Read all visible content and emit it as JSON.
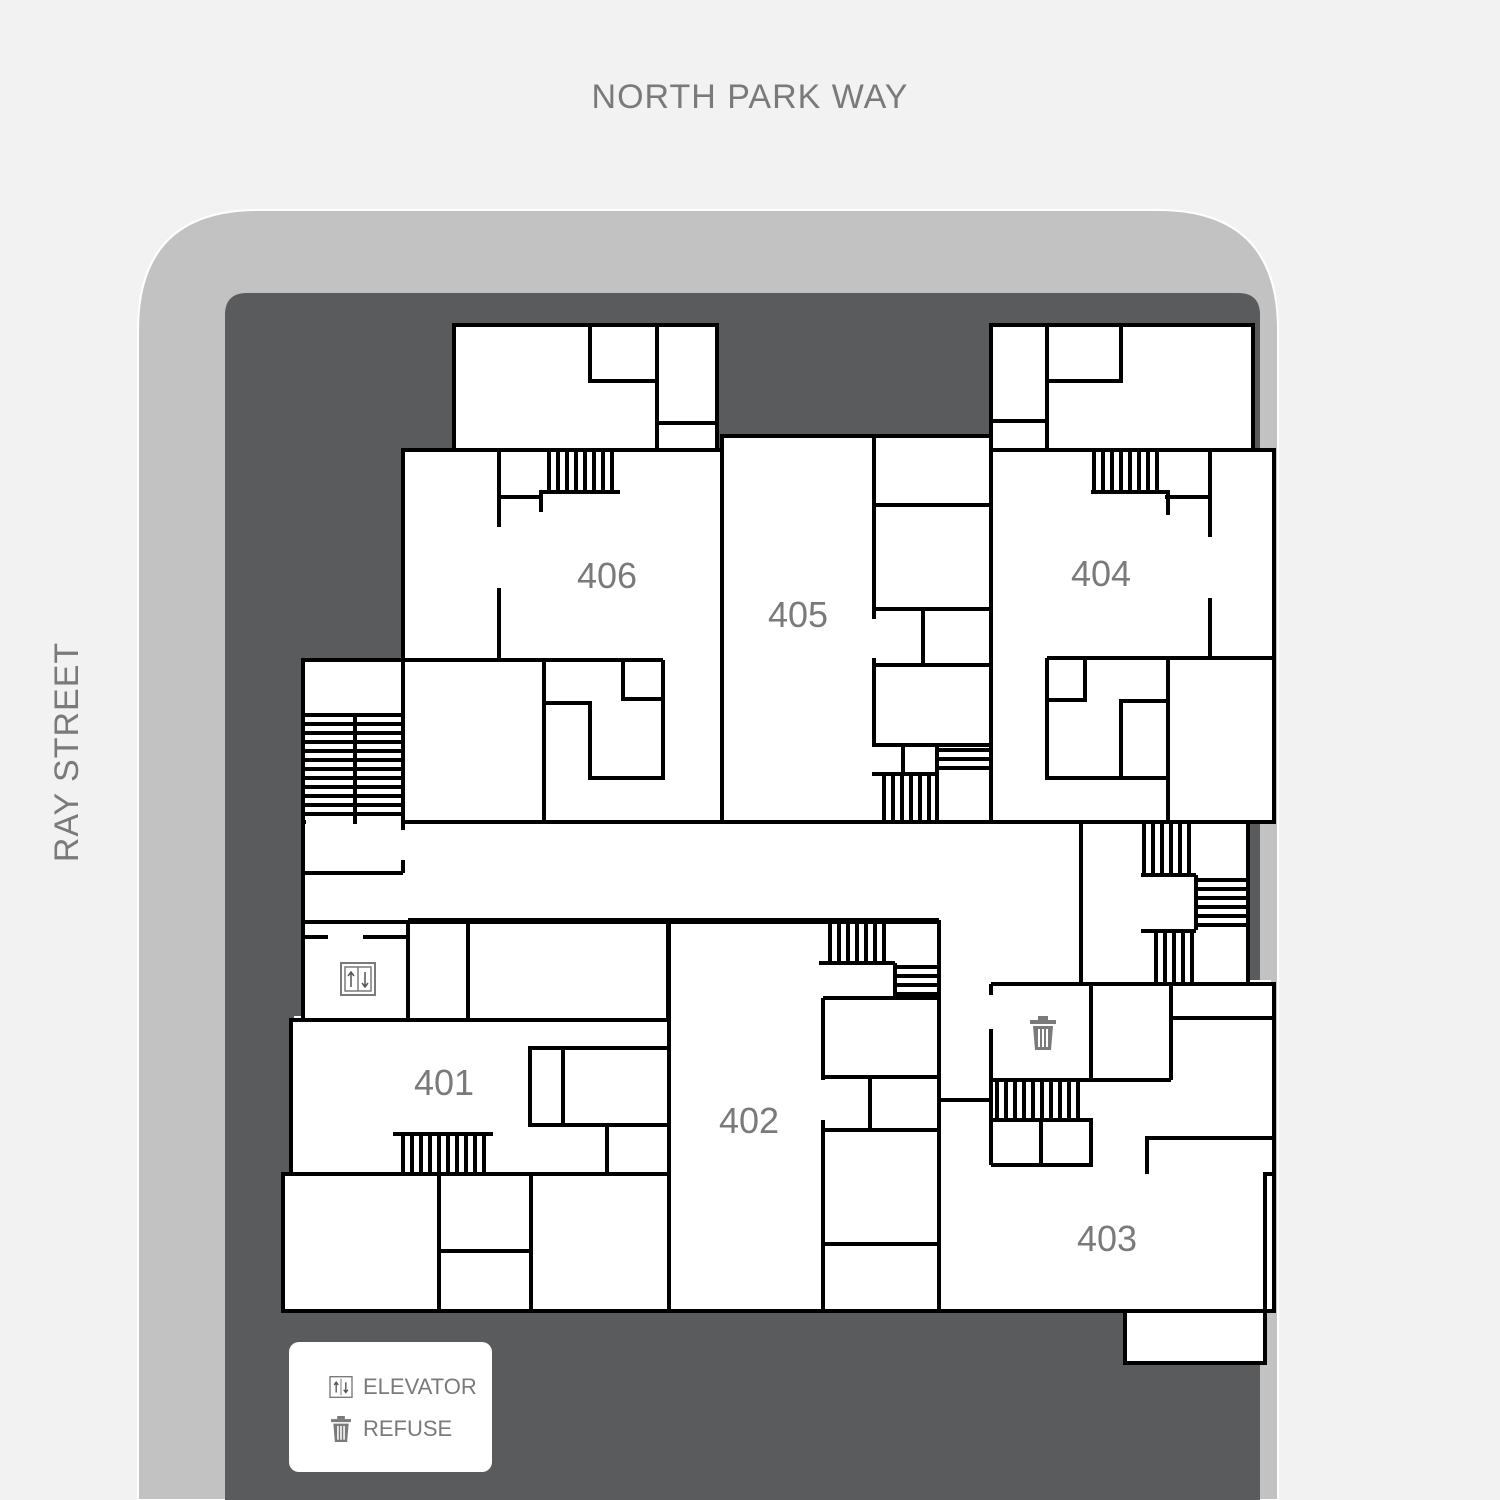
{
  "streets": {
    "north": "NORTH PARK WAY",
    "west": "RAY STREET"
  },
  "units": [
    "406",
    "405",
    "404",
    "401",
    "402",
    "403"
  ],
  "legend": {
    "elevator": "ELEVATOR",
    "refuse": "REFUSE"
  },
  "colors": {
    "background": "#f2f2f2",
    "sidewalk": "#c2c2c2",
    "lot": "#5a5b5d",
    "room": "#ffffff",
    "wall": "#000000",
    "label": "#7a7a7a"
  }
}
